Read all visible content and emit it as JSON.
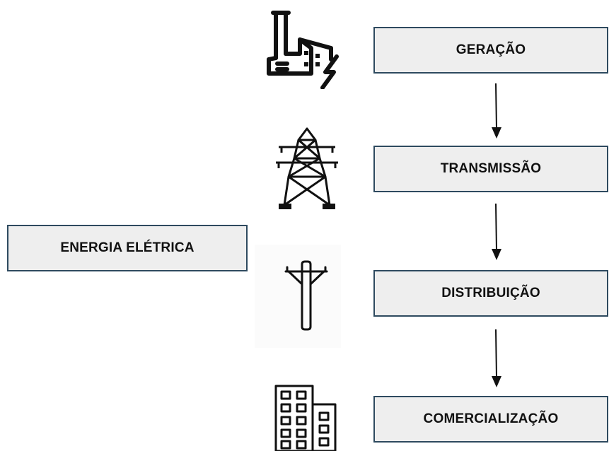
{
  "diagram": {
    "root": {
      "label": "ENERGIA ELÉTRICA"
    },
    "steps": [
      {
        "label": "GERAÇÃO",
        "icon": "factory-icon"
      },
      {
        "label": "TRANSMISSÃO",
        "icon": "transmission-tower-icon"
      },
      {
        "label": "DISTRIBUIÇÃO",
        "icon": "utility-pole-icon"
      },
      {
        "label": "COMERCIALIZAÇÃO",
        "icon": "buildings-icon"
      }
    ],
    "colors": {
      "box_fill": "#eeeeee",
      "box_border": "#2e4a5f",
      "text": "#111111",
      "icon": "#111111"
    }
  }
}
